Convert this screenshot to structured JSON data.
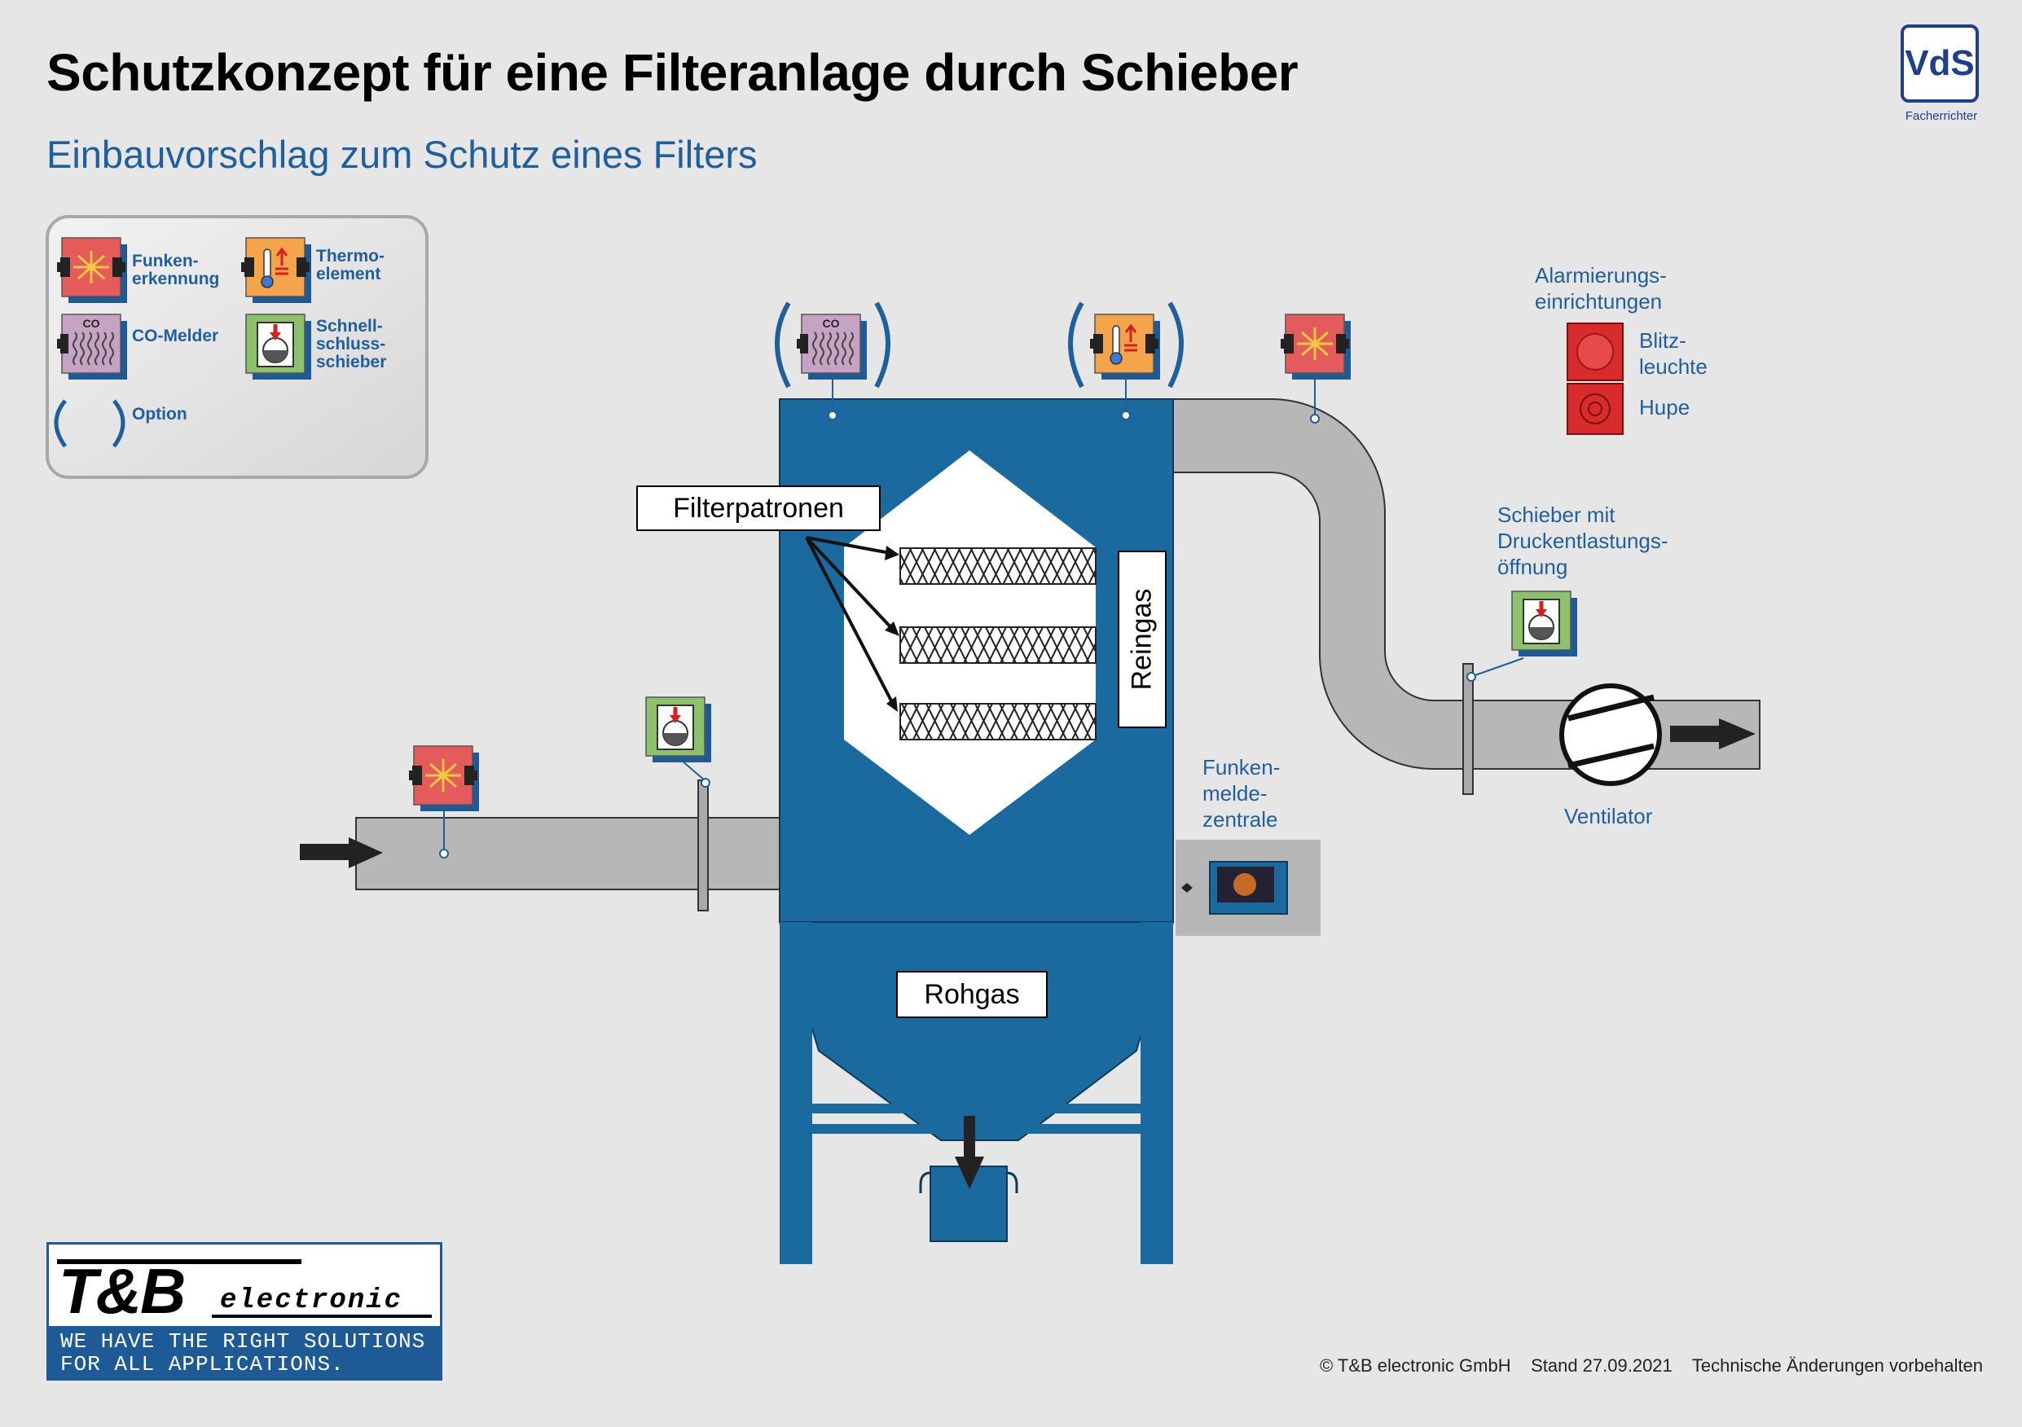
{
  "header": {
    "title": "Schutzkonzept für eine Filteranlage durch Schieber",
    "subtitle": "Einbauvorschlag zum Schutz eines Filters"
  },
  "certification": {
    "badge": "VdS",
    "caption": "Facherrichter"
  },
  "legend": {
    "spark_detection": "Funken-\nerkennung",
    "thermo_element": "Thermo-\nelement",
    "co_detector": "CO-Melder",
    "quick_gate": "Schnell-\nschluss-\nschieber",
    "option": "Option"
  },
  "diagram": {
    "filter_cartridges": "Filterpatronen",
    "clean_gas": "Reingas",
    "raw_gas": "Rohgas",
    "alarm_devices": "Alarmierungs-\neinrichtungen",
    "strobe": "Blitz-\nleuchte",
    "horn": "Hupe",
    "gate_pressure_relief": "Schieber mit\nDruckentlastungs-\nöffnung",
    "fan": "Ventilator",
    "spark_control_unit": "Funken-\nmelde-\nzentrale",
    "co_icon_text": "CO"
  },
  "company": {
    "logo_main": "T&B",
    "logo_sub": "electronic",
    "slogan_line1": "WE HAVE THE RIGHT SOLUTIONS",
    "slogan_line2": "FOR ALL APPLICATIONS."
  },
  "footer": {
    "copyright": "© T&B electronic GmbH",
    "date": "Stand 27.09.2021",
    "note": "Technische Änderungen vorbehalten"
  },
  "colors": {
    "filter_blue": "#1a6aa0",
    "duct_grey": "#b7b7b7",
    "spark_red": "#e45b5b",
    "thermo_orange": "#f4a54c",
    "co_purple": "#c7a3c3",
    "gate_green": "#8cc26b",
    "text_blue": "#1f5f9c"
  }
}
